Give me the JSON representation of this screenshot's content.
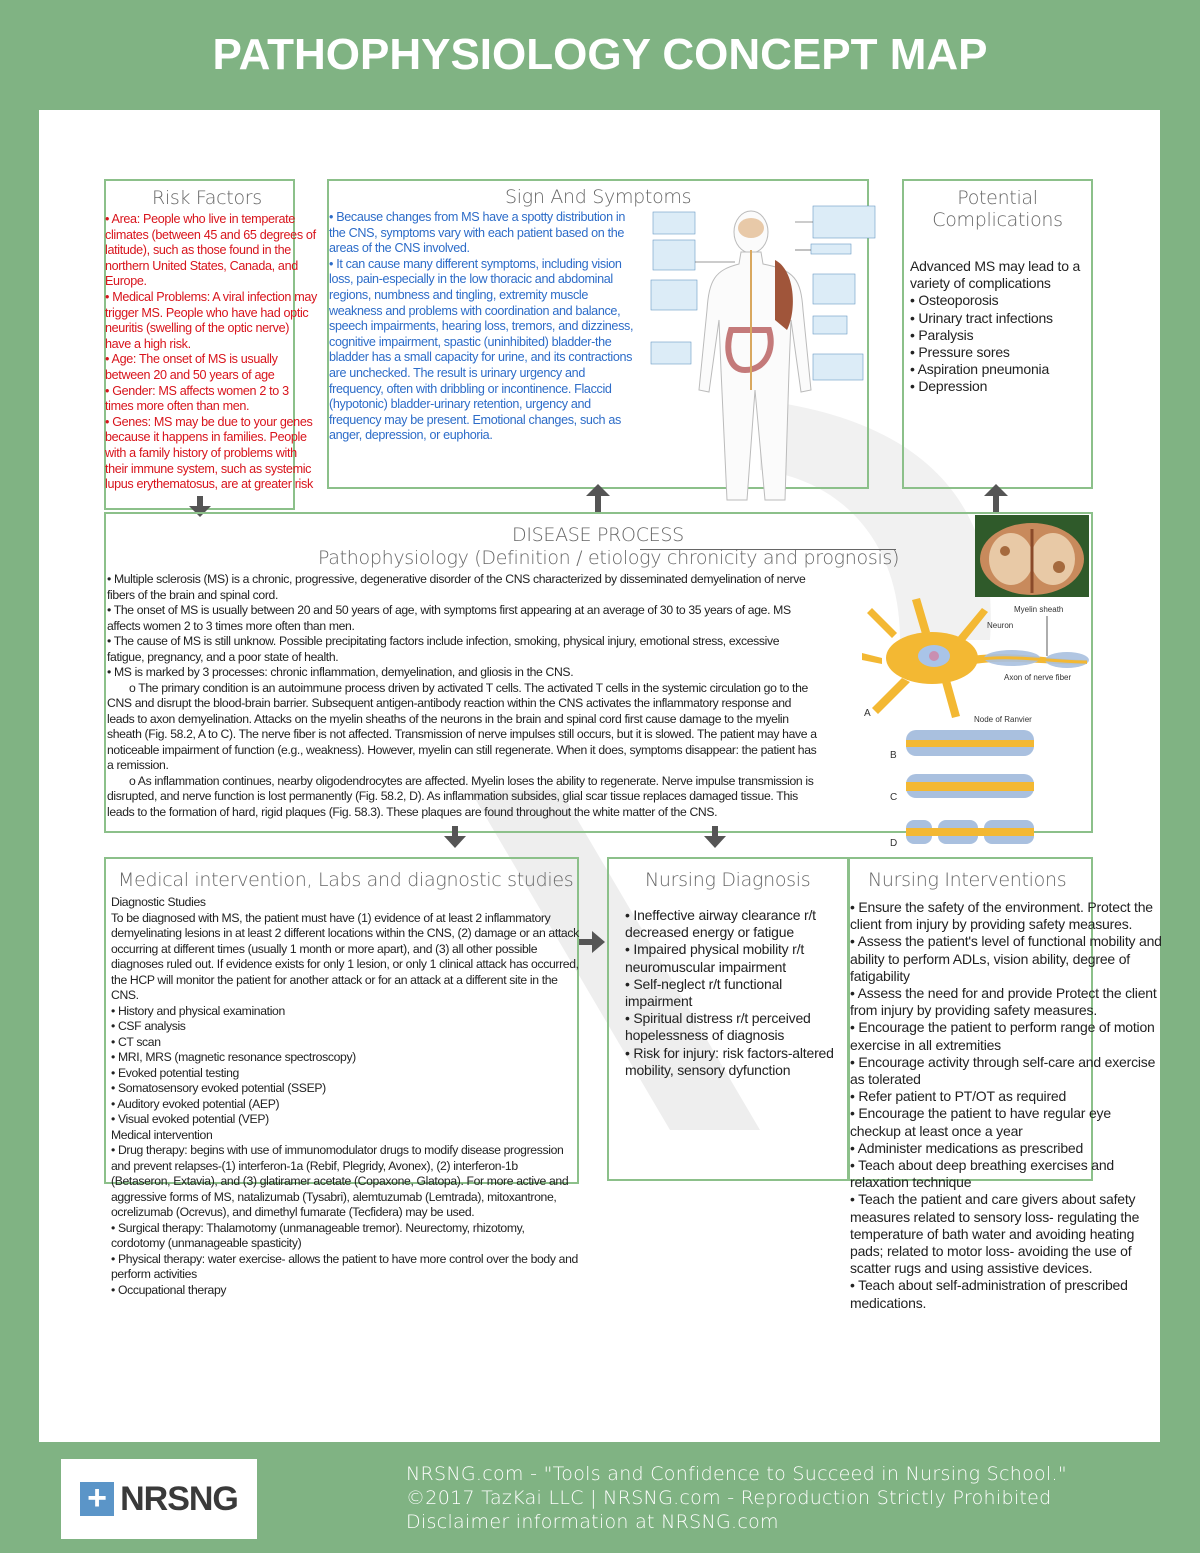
{
  "title": "PATHOPHYSIOLOGY CONCEPT MAP",
  "risk_factors": {
    "heading": "Risk Factors",
    "items": [
      "• Area: People who live in temperate climates (between 45 and 65 degrees of latitude), such as those found in the northern United States, Canada, and Europe.",
      "• Medical Problems: A viral infection may trigger MS. People who have had optic neuritis (swelling of the optic nerve) have a high risk.",
      "• Age: The onset of MS is usually between 20 and 50 years of age",
      "• Gender: MS affects women 2 to 3 times more often than men.",
      "• Genes: MS may be due to your genes because it happens in families. People with a family history of problems with their immune system, such as systemic lupus erythematosus, are at greater risk"
    ]
  },
  "signs": {
    "heading": "Sign And Symptoms",
    "items": [
      "• Because changes from MS have a spotty distribution in the CNS, symptoms vary with each patient based on the areas of the CNS involved.",
      "• It can cause many different symptoms, including vision loss, pain-especially in the low thoracic and abdominal regions, numbness and tingling, extremity muscle weakness and problems with coordination and balance, speech impairments, hearing loss, tremors, and dizziness, cognitive impairment, spastic (uninhibited) bladder-the bladder has a small capacity for urine, and its contractions are unchecked. The result is urinary urgency and frequency, often with dribbling or incontinence. Flaccid (hypotonic) bladder-urinary retention, urgency and frequency may be present. Emotional changes, such as anger, depression, or euphoria."
    ]
  },
  "complications": {
    "heading_line1": "Potential",
    "heading_line2": "Complications",
    "intro": "Advanced MS may lead to a variety of complications",
    "items": [
      "• Osteoporosis",
      "• Urinary tract infections",
      "• Paralysis",
      "• Pressure sores",
      "• Aspiration pneumonia",
      "• Depression"
    ]
  },
  "disease": {
    "heading": "DISEASE PROCESS",
    "subheading": "Pathophysiology (Definition / etiology chronicity and prognosis)",
    "items": [
      {
        "text": "• Multiple sclerosis (MS) is a chronic, progressive, degenerative disorder of the CNS characterized by disseminated demyelination of nerve fibers of the brain and spinal cord.",
        "indent": false
      },
      {
        "text": "• The onset of MS is usually between 20 and 50 years of age, with symptoms first appearing at an average of 30 to 35 years of age. MS affects women 2 to 3 times more often than men.",
        "indent": false
      },
      {
        "text": "• The cause of MS is still unknow. Possible precipitating factors include infection, smoking, physical injury, emotional stress, excessive fatigue, pregnancy, and a poor state of health.",
        "indent": false
      },
      {
        "text": "• MS is marked by 3 processes: chronic inflammation, demyelination, and gliosis in the CNS.",
        "indent": false
      },
      {
        "text": "o The primary condition is an autoimmune process driven by activated T cells. The activated T cells in the systemic circulation go to the CNS and disrupt the blood-brain barrier. Subsequent antigen-antibody reaction within the CNS activates the inflammatory response and leads to axon demyelination. Attacks on the myelin sheaths of the neurons in the brain and spinal cord first cause damage to the myelin sheath (Fig. 58.2, A to C). The nerve fiber is not affected. Transmission of nerve impulses still occurs, but it is slowed. The patient may have a noticeable impairment of function (e.g., weakness). However, myelin can still regenerate. When it does, symptoms disappear: the patient has a remission.",
        "indent": true
      },
      {
        "text": "o As inflammation continues, nearby oligodendrocytes are affected. Myelin loses the ability to regenerate. Nerve impulse transmission is disrupted, and nerve function is lost permanently (Fig. 58.2, D). As inflammation subsides, glial scar tissue replaces damaged tissue. This leads to the formation of hard, rigid plaques (Fig. 58.3). These plaques are found throughout the white matter of the CNS.",
        "indent": true
      }
    ],
    "figure_labels": {
      "myelin": "Myelin sheath",
      "neuron": "Neuron",
      "axon": "Axon of nerve fiber",
      "node": "Node of Ranvier",
      "a": "A",
      "b": "B",
      "c": "C",
      "d": "D"
    }
  },
  "medical": {
    "heading": "Medical intervention, Labs and diagnostic studies",
    "lines": [
      "Diagnostic Studies",
      "To be diagnosed with MS, the patient must have (1) evidence of at least 2 inflammatory demyelinating lesions in at least 2 different locations within the CNS, (2) damage or an attack occurring at different times (usually 1 month or more apart), and (3) all other possible diagnoses ruled out. If evidence exists for only 1 lesion, or only 1 clinical attack has occurred, the HCP will monitor the patient for another attack or for an attack at a different site in the CNS.",
      "• History and physical examination",
      "• CSF analysis",
      "• CT scan",
      "• MRI, MRS (magnetic resonance spectroscopy)",
      "• Evoked potential testing",
      "• Somatosensory evoked potential (SSEP)",
      "• Auditory evoked potential (AEP)",
      "• Visual evoked potential (VEP)",
      "Medical intervention",
      "• Drug therapy: begins with use of immunomodulator drugs to modify disease progression and prevent relapses-(1) interferon-1a (Rebif, Plegridy, Avonex), (2) interferon-1b (Betaseron, Extavia), and (3) glatiramer acetate (Copaxone, Glatopa). For more active and aggressive forms of MS, natalizumab (Tysabri), alemtuzumab (Lemtrada), mitoxantrone, ocrelizumab (Ocrevus), and dimethyl fumarate (Tecfidera) may be used.",
      "• Surgical therapy: Thalamotomy (unmanageable tremor). Neurectomy, rhizotomy, cordotomy (unmanageable spasticity)",
      "• Physical therapy: water exercise- allows the patient to have more control over the body and perform activities",
      "• Occupational therapy"
    ]
  },
  "nursing_diagnosis": {
    "heading": "Nursing Diagnosis",
    "items": [
      "• Ineffective airway clearance r/t decreased energy or fatigue",
      "• Impaired physical mobility r/t neuromuscular impairment",
      "• Self-neglect r/t functional impairment",
      "• Spiritual distress r/t perceived hopelessness of diagnosis",
      "• Risk for injury: risk factors-altered mobility, sensory dyfunction"
    ]
  },
  "nursing_interventions": {
    "heading": "Nursing Interventions",
    "items": [
      "• Ensure the safety of the environment. Protect the client from injury by providing safety measures.",
      "• Assess the patient's level of functional mobility and ability to perform ADLs, vision ability, degree of fatigability",
      "• Assess the need for and provide Protect the client from injury by providing safety measures.",
      "• Encourage the patient to perform range of motion exercise in all extremities",
      "• Encourage activity through self-care and exercise as tolerated",
      "• Refer patient to PT/OT as required",
      "• Encourage the patient to have regular eye checkup at least once a year",
      "• Administer medications as prescribed",
      "• Teach about deep breathing exercises and relaxation technique",
      "• Teach the patient and care givers about safety measures related to sensory loss- regulating the temperature of bath water and avoiding heating pads; related to motor loss- avoiding the use of scatter rugs and using assistive devices.",
      "• Teach about self-administration of prescribed medications."
    ]
  },
  "footer": {
    "logo": "NRSNG",
    "line1": "NRSNG.com - \"Tools and Confidence to Succeed in Nursing School.\"",
    "line2": "©2017 TazKai LLC | NRSNG.com - Reproduction Strictly Prohibited",
    "line3": "Disclaimer information at NRSNG.com"
  },
  "colors": {
    "background": "#80b383",
    "border": "#8cc08a",
    "risk_text": "#d8141c",
    "signs_text": "#2d6cc8"
  }
}
